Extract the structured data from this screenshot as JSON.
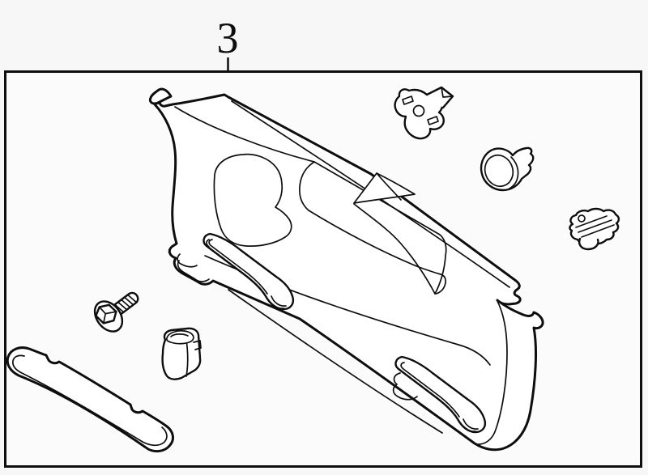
{
  "figure": {
    "callout_number": "3",
    "colors": {
      "page": "#f7f7f7",
      "frame_fill": "#fbfbfb",
      "line": "#0e0e0e",
      "part_fill": "#ffffff"
    },
    "parts": [
      {
        "name": "liftgate-trim-panel"
      },
      {
        "name": "trim-retainer-clip"
      },
      {
        "name": "push-pin-retainer"
      },
      {
        "name": "spring-clip"
      },
      {
        "name": "hex-flange-bolt"
      },
      {
        "name": "square-grommet"
      },
      {
        "name": "pull-handle-garnish"
      }
    ]
  }
}
